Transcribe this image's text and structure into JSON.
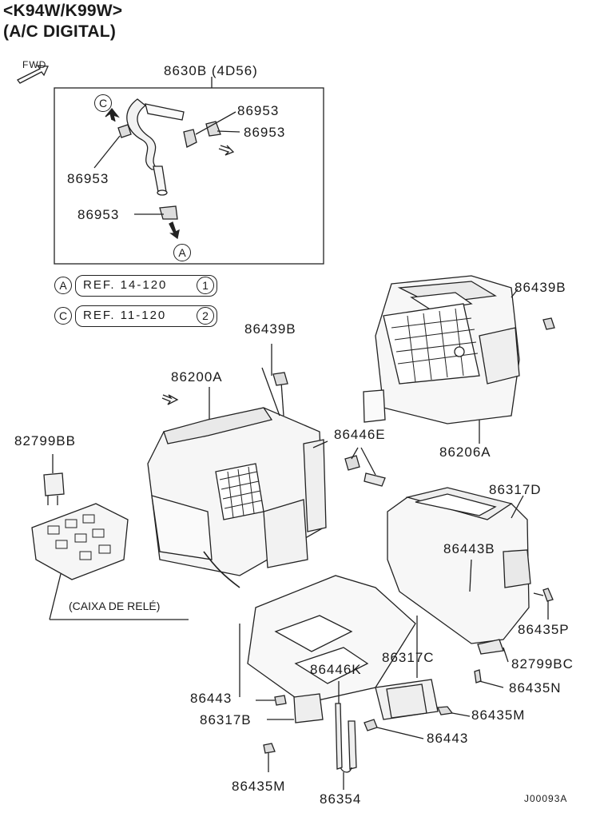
{
  "header": {
    "model_line": "<K94W/K99W>",
    "variant_line": "(A/C DIGITAL)"
  },
  "fwd_label": "FWD",
  "hose_group": {
    "title": "8630B (4D56)",
    "labels": [
      "86953",
      "86953",
      "86953",
      "86953"
    ],
    "marker_c": "C",
    "marker_a": "A"
  },
  "references": [
    {
      "circle": "A",
      "text": "REF. 14-120",
      "num": "1"
    },
    {
      "circle": "C",
      "text": "REF. 11-120",
      "num": "2"
    }
  ],
  "parts": {
    "p86439B_top": "86439B",
    "p86439B_left": "86439B",
    "p86200A": "86200A",
    "p86206A": "86206A",
    "p86446E": "86446E",
    "p82799BB": "82799BB",
    "caixa": "(CAIXA DE RELÉ)",
    "p86317D": "86317D",
    "p86443B": "86443B",
    "p86435P": "86435P",
    "p82799BC": "82799BC",
    "p86435N": "86435N",
    "p86317C": "86317C",
    "p86446K": "86446K",
    "p86443_left": "86443",
    "p86317B": "86317B",
    "p86435M_right": "86435M",
    "p86443_right": "86443",
    "p86435M_left": "86435M",
    "p86354": "86354"
  },
  "drawing_code": "J00093A"
}
